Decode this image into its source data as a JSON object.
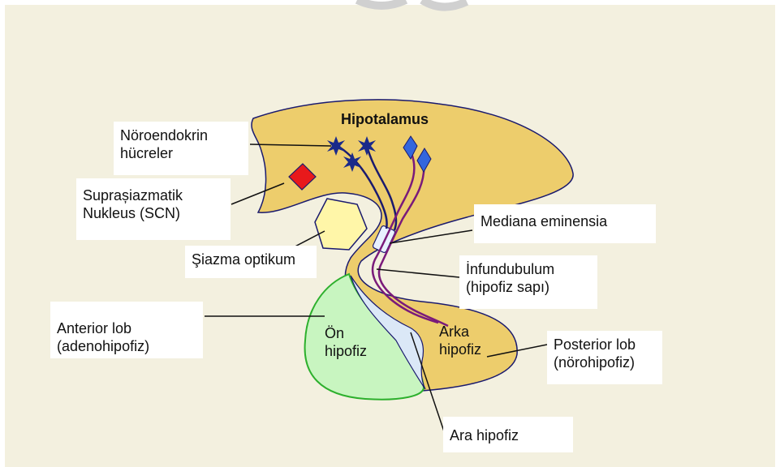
{
  "colors": {
    "background": "#f3f0df",
    "hypothalamus_fill": "#edcd6c",
    "outline": "#1a1a6e",
    "anterior_fill": "#c8f5c0",
    "anterior_outline": "#2db02d",
    "intermediate_fill": "#dbe8f7",
    "chiasm_fill": "#fff6a8",
    "scn_fill": "#e8191b",
    "neuron_fill": "#1a2a8a",
    "diamond_fill": "#3366dd",
    "purple_axon": "#7a1a7a",
    "navy_axon": "#1a1a6e"
  },
  "diagram": {
    "title": "Hipotalamus",
    "labels": {
      "neuroendocrine": [
        "Nöroendokrin",
        "hücreler"
      ],
      "scn": [
        "Suprașiazmatik",
        "Nukleus (SCN)"
      ],
      "chiasm": "Şiazma optikum",
      "median_eminence": "Mediana eminensia",
      "infundibulum": [
        "İnfundubulum",
        "(hipofiz sapı)"
      ],
      "anterior_lobe": [
        "Anterior lob",
        "(adenohipofiz)"
      ],
      "posterior_lobe": [
        "Posterior lob",
        "(nörohipofiz)"
      ],
      "intermediate": "Ara hipofiz"
    },
    "inline_text": {
      "anterior": [
        "Ön",
        "hipofiz"
      ],
      "posterior": [
        "Arka",
        "hipofiz"
      ]
    }
  }
}
